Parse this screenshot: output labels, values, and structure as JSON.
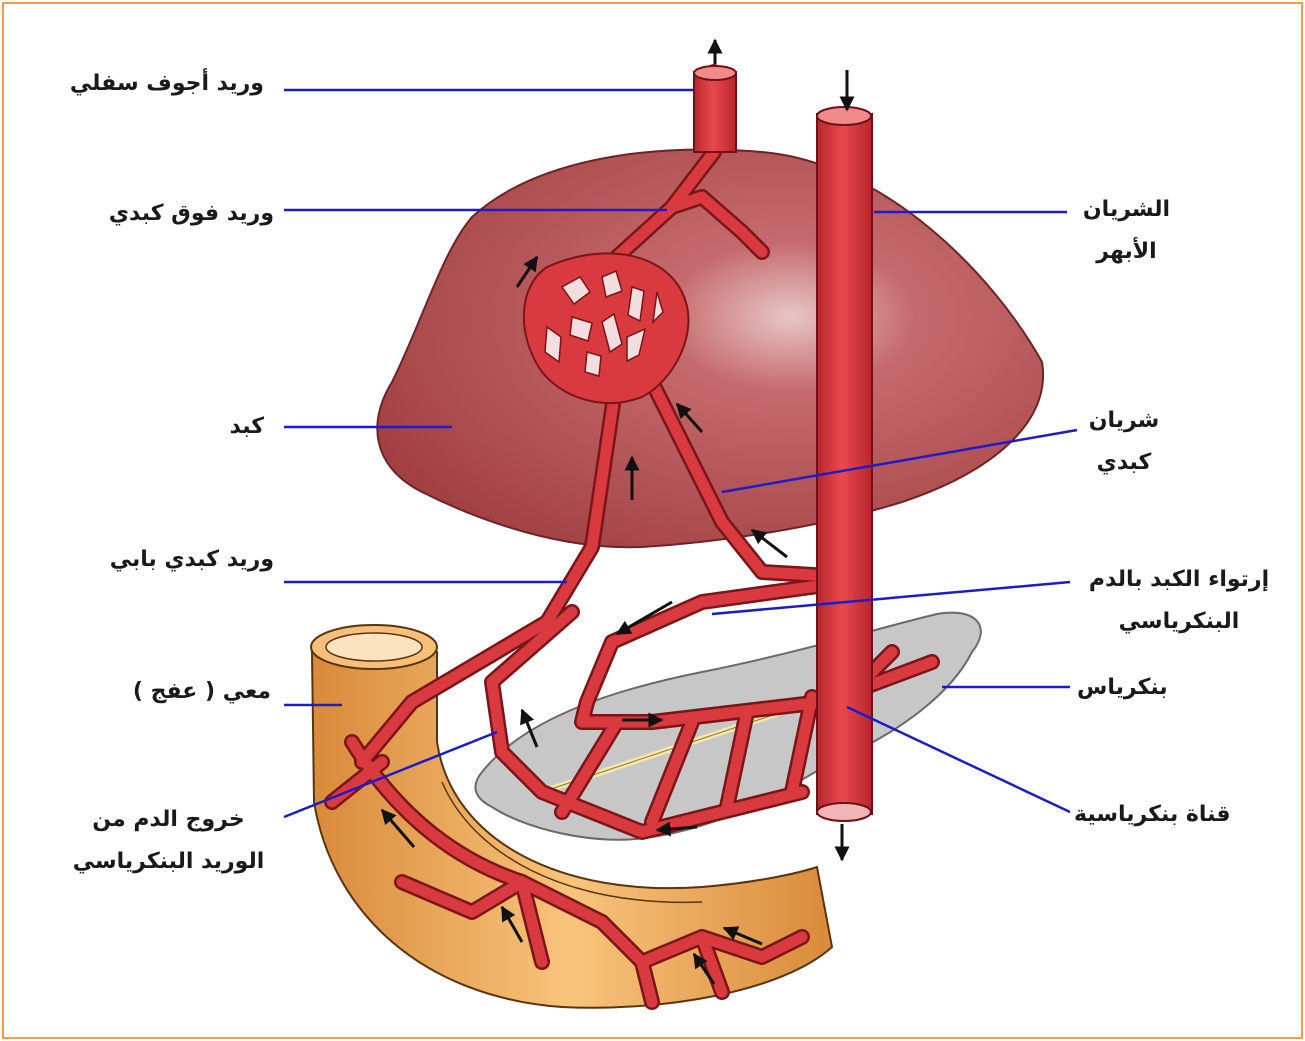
{
  "colors": {
    "frame": "#f39c4a",
    "vessel": "#d93a3f",
    "vessel_dark": "#7a1518",
    "liver": "#b55456",
    "pancreas": "#bcbcbc",
    "intestine": "#f3b96a",
    "leader_line": "#1c1cc8"
  },
  "labels": {
    "ivc": "وريد أجوف سفلي",
    "hepatic_vein": "وريد فوق كبدي",
    "aorta_l1": "الشريان",
    "aorta_l2": "الأبهر",
    "liver": "كبد",
    "hepatic_artery_l1": "شريان",
    "hepatic_artery_l2": "كبدي",
    "portal_vein": "وريد كبدي بابي",
    "pancreas_irrigation_l1": "إرتواء الكبد بالدم",
    "pancreas_irrigation_l2": "البنكرياسي",
    "intestine": "معي ( عفج )",
    "pancreas": "بنكرياس",
    "pancreatic_vein_out_l1": "خروج الدم من",
    "pancreatic_vein_out_l2": "الوريد البنكرياسي",
    "pancreatic_duct": "قناة بنكرياسية"
  }
}
